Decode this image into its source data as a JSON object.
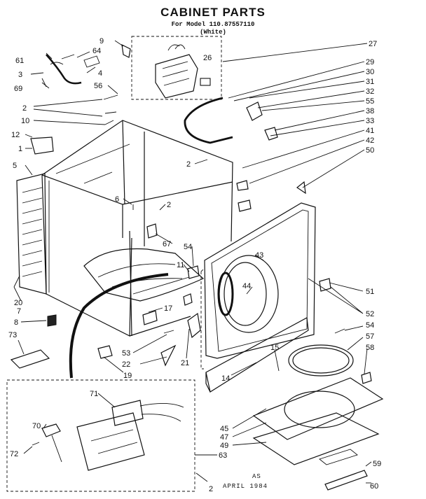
{
  "title": "CABINET PARTS",
  "model": "For Model 110.87557110",
  "color_note": "(White)",
  "footer": {
    "initials": "AS",
    "date": "APRIL 1984"
  },
  "callouts": {
    "c61": "61",
    "c64": "64",
    "c9": "9",
    "c3": "3",
    "c4": "4",
    "c69": "69",
    "c56": "56",
    "c2a": "2",
    "c10": "10",
    "c12": "12",
    "c1": "1",
    "c5": "5",
    "c2b": "2",
    "c6": "6",
    "c2c": "2",
    "c67": "67",
    "c54a": "54",
    "c11": "11",
    "c20": "20",
    "c7": "7",
    "c8": "8",
    "c73": "73",
    "c17": "17",
    "c53": "53",
    "c22": "22",
    "c19": "19",
    "c21": "21",
    "c26": "26",
    "c27": "27",
    "c29": "29",
    "c30": "30",
    "c31": "31",
    "c32": "32",
    "c55": "55",
    "c38": "38",
    "c33": "33",
    "c41": "41",
    "c42": "42",
    "c50": "50",
    "c43": "43",
    "c44": "44",
    "c51": "51",
    "c52": "52",
    "c54b": "54",
    "c57": "57",
    "c58": "58",
    "c15": "15",
    "c14": "14",
    "c45": "45",
    "c47": "47",
    "c49": "49",
    "c63": "63",
    "c59": "59",
    "c60": "60",
    "c71": "71",
    "c70": "70",
    "c72": "72",
    "c2d": "2"
  }
}
